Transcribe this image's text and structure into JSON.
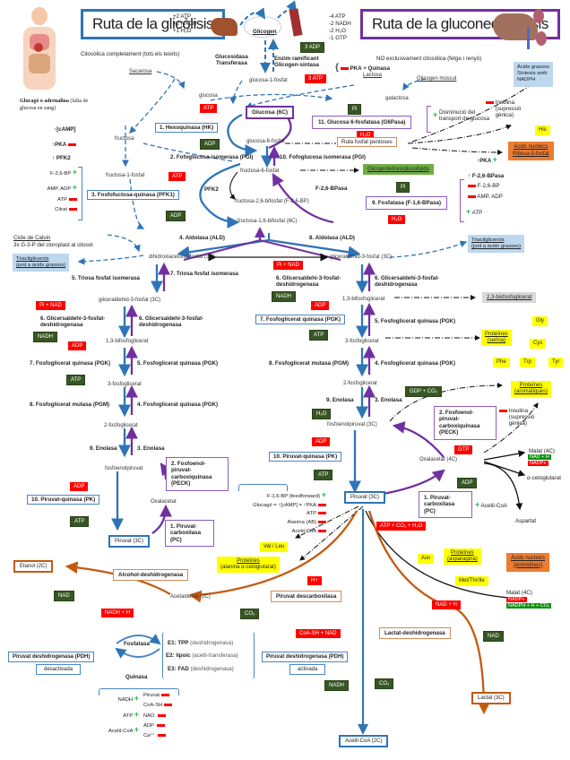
{
  "header": {
    "glycolysis_title": "Ruta de la glicòlisis",
    "glycolysis_yield": [
      "+2 ATP",
      "+2 NADH",
      "+1 H₂O"
    ],
    "glycolysis_subtitle": "Citosòlica completament (tots els teixits)",
    "gluconeo_title": "Ruta de la gluconeogènesis",
    "gluconeo_cost": [
      "-4 ATP",
      "-2 NADH",
      "-2 H₂O",
      "-1 GTP"
    ],
    "gluconeo_subtitle": "NO exclusivament citosòlica (fetge i renyó)"
  },
  "glycogen": {
    "label": "Glicogen",
    "enzymes_left": "Glucosidasa\nTransferasa",
    "enzymes_right_1": "Enzim ramificant",
    "enzymes_right_2": "Glicogen-sintasa",
    "adp": "3 ADP",
    "atp": "3 ATP",
    "inhibitor": "PKA + Quinasa",
    "g1p": "glucosa-1-fosfat",
    "sacarosa": "Sacarosa",
    "lactosa": "Lactosa",
    "glicogen_muscul": "Glicogen múscul",
    "galactosa": "galactosa"
  },
  "hormones": {
    "trigger": "Glucagó o adrenalina",
    "trigger_note": "(falta de glucosa en sang)",
    "camp": "↑[cAMP]",
    "pka": "↑PKA",
    "pfk2": "↑ PFK2",
    "regulators": [
      {
        "label": "F-2,6-BP",
        "sign": "+"
      },
      {
        "label": "AMP, ADP",
        "sign": "+"
      },
      {
        "label": "ATP",
        "sign": "-"
      },
      {
        "label": "Citrat",
        "sign": "-"
      }
    ]
  },
  "metabolites": {
    "glucosa": "glucosa",
    "glucosa_6c": "Glucosa (6C)",
    "g6p": "glucosa-6-fosfat",
    "f6p": "fructosa-6-fosfat",
    "f26bp": "fructosa-2,6-bifosfat (F-2,6-BP)",
    "f16bp": "fructosa-1,6-bifosfat (6C)",
    "fructosa": "fructosa",
    "fructosa1p": "fructosa-1-fosfat",
    "dhap": "dihidroxiacetona-fosfat (3C)",
    "g3p_right": "gliceraldehid-3-fosfat (3C)",
    "g3p_left": "gliceraldehid-3-fosfat (3C)",
    "bpg13_left": "1,3-bifosfoglicerat",
    "bpg13_right": "1,3-bifosfoglicerat",
    "pg3_left": "3-fosfoglicerat",
    "pg3_right": "3-fosfoglicerat",
    "pg2_left": "2-fosfoglicerat",
    "pg2_right": "2-fosfoglicerat",
    "pep_left": "fosfoenolpiruvat",
    "pep_right": "fosfoenolpiruvat (3C)",
    "oxalacetat_left": "Oxalacetat",
    "oxalacetat_right": "Oxalacetat (4C)",
    "piruvat_left": "Piruvat (3C)",
    "piruvat_center": "Piruvat (3C)",
    "etanol": "Etanol (2C)",
    "acetaldehid": "Acetaldehid (2C)",
    "acetil_coa": "Acetil-CoA (2C)",
    "lactat": "Lactat (3C)",
    "malat_top": "Malat (4C)",
    "malat_bottom": "Malat (4C)",
    "a_ketoglutarat": "α-cetoglutarat",
    "aspartat": "Aspartat"
  },
  "glycolysis_enzymes": {
    "hk": "1. Hexoquinasa (HK)",
    "pgi": "2. Fofoglucosa isomerasa (PGI)",
    "pfk1": "3. Fosfofuctosa-quinasa (PFK1)",
    "pfk2": "PFK2",
    "ald": "4. Aldolasa (ALD)",
    "tpi": "5. Triosa fosfat isomerasa",
    "gapdh": "6. Glicersaldehi-3-fosfat-deshidrogenasa",
    "pgk": "7. Fosfoglicerat quinasa (PGK)",
    "pgm": "8. Fosfoglicerat mutasa (PGM)",
    "enolase": "9. Enolasa",
    "pk": "10. Piruvat-quinasa (PK)"
  },
  "gluconeo_enzymes": {
    "pc": "1. Piruvat-carboxilasa (PC)",
    "peck": "2. Fosfoenol-piruvat-carboxiquinasa (PECK)",
    "enolase": "3. Enolasa",
    "pgk": "4. Fosfoglicerat quinasa (PGK)",
    "pgk5": "5. Fosfoglicerat quinasa (PGK)",
    "gapdh": "6. Glicersaldehi-3-fosfat-deshidrogenasa",
    "tpi": "7. Triosa fosfat isomerasa",
    "ald": "8. Aldolasa (ALD)",
    "fbpase": "9. Fosfatasa (F-1,6-BPasa)",
    "f26bpase": "F-2,6-BPasa",
    "pgi": "10. Fofoglucosa isomerasa (PGI)",
    "g6pase": "11. Glucosa 6-fosfatasa (G6Pasa)"
  },
  "cofactors": {
    "atp": "ATP",
    "adp": "ADP",
    "pi": "Pi",
    "h2o": "H₂O",
    "pi_nad": "Pi + NAD",
    "nadh": "NADH",
    "gdp_co2": "GDP + CO₂",
    "gtp": "GTP",
    "atp_co2_h2o": "ATP + CO₂ + H₂O",
    "nad": "NAD",
    "nadh_h": "NADH + H",
    "nad_h": "NAD + H",
    "h_plus": "H+",
    "co2": "CO₂",
    "coash_nad": "CoA-SH + NAD",
    "nadh_h_top": "NAD + H",
    "nadph": "NADP+",
    "nadph_h_co2": "NADPH + H + CO₂"
  },
  "regulation": {
    "g6pase_activators": "Disminució del\ntransport de glucosa",
    "g6pase_inhibitor": "Insulina\n(supressió\ngènica)",
    "pka_plus": "↑PKA",
    "f26bpase": "↑ F-2,6-BPasa",
    "fbpase_regs": [
      {
        "label": "F-2,6-BP",
        "sign": "-"
      },
      {
        "label": "AMP, ADP",
        "sign": "-"
      },
      {
        "label": "ATP",
        "sign": "+"
      }
    ],
    "peck_inhibitor": "Insulina\n(supressió\ngènica)",
    "pc_activator": "Acetil-CoA",
    "pk_regs": [
      {
        "label": "F-1,6-BP (feedforward)",
        "sign": "+"
      },
      {
        "label": "Glucagó = ↑[cAMP] = ↑PKA",
        "sign": "-"
      },
      {
        "label": "ATP",
        "sign": "-"
      },
      {
        "label": "Alanina (AB)",
        "sign": "-"
      },
      {
        "label": "Acetil-CoA",
        "sign": "-"
      }
    ]
  },
  "side_paths": {
    "calvin": "Cicle de Calvin",
    "calvin_note": "3x G-3-P del cloroplast al citosol",
    "triacil_left": "Triacilglicerols\n(junt a àcids grassos)",
    "triacil_right": "Triacilglicerols\n(junt a àcids grassos)",
    "acids_grassos": "Àcids grassos\nSíntesis amb\nNADPH",
    "his": "His",
    "ruta_pentoses": "Ruta fosfat pentoses",
    "nucleic_ribose": "Àcids nucleics\nRibosa-5-fosfat",
    "glicoproteines": "Glicoproteïnes/glucolípids",
    "bpg23": "2,3-bisfosfoglicerat",
    "prot_serina": "Proteïnes\n(serina)",
    "gly": "Gly",
    "cys": "Cys",
    "phe": "Phe",
    "trp": "Trp",
    "tyr": "Tyr",
    "prot_aromatic": "Proteïnes\n(aromàtiques)",
    "val_leu": "Val / Leu",
    "prot_alanina_title": "Proteïnes",
    "prot_alanina_note": "(alanina  α-cetoglutarat)",
    "asn": "Asn",
    "prot_asparagina": "Proteïnes\n(asparagina)",
    "met_thr": "Met/Thr/Ile",
    "nucleic_pirimidines": "Àcids nucleics\n(pirimidines)"
  },
  "fermentation": {
    "alcohol_dh": "Alcohol-deshidrogenasa",
    "piruvat_decarbox": "Piruvat descarboxilasa",
    "lactat_dh": "Lactat-deshidrogenasa"
  },
  "pdh": {
    "inactive_label": "Piruvat deshidrogenasa (PDH)",
    "inactive_state": "desactivada",
    "active_label": "Piruvat deshidrogenasa (PDH)",
    "active_state": "activada",
    "fosfatasa": "Fosfatasa",
    "quinasa": "Quinasa",
    "e1_bold": "E1: TPP",
    "e1": "(deshidrogenasa)",
    "e2_bold": "E2: lipoic",
    "e2": "(acetil-transferasa)",
    "e3_bold": "E3: FAD",
    "e3": "(deshidrogenasa)",
    "kinase_activators": [
      "NADH",
      "ATP",
      "Acetil-CoA"
    ],
    "kinase_inhibitors": [
      "Piruvat",
      "CoA-SH",
      "NAD",
      "ADP",
      "Ca²⁺"
    ]
  }
}
